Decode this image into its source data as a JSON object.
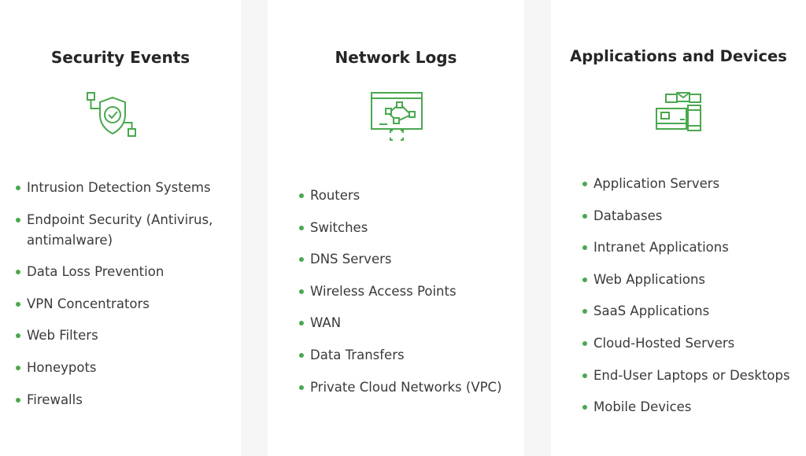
{
  "colors": {
    "accent": "#4aa84f",
    "title": "#262626",
    "text": "#3a3a3a",
    "divider": "#f6f6f6"
  },
  "columns": [
    {
      "title": "Security Events",
      "icon": "shield-check-icon",
      "items": [
        "Intrusion Detection Systems",
        "Endpoint Security (Antivirus, antimalware)",
        "Data Loss Prevention",
        "VPN Concentrators",
        "Web Filters",
        "Honeypots",
        "Firewalls"
      ]
    },
    {
      "title": "Network Logs",
      "icon": "network-diagram-icon",
      "items": [
        "Routers",
        "Switches",
        "DNS Servers",
        "Wireless Access Points",
        "WAN",
        "Data Transfers",
        "Private Cloud Networks (VPC)"
      ]
    },
    {
      "title": "Applications and Devices",
      "icon": "devices-icon",
      "items": [
        "Application Servers",
        "Databases",
        "Intranet Applications",
        "Web Applications",
        "SaaS Applications",
        "Cloud-Hosted Servers",
        "End-User Laptops or Desktops",
        "Mobile Devices"
      ]
    }
  ]
}
